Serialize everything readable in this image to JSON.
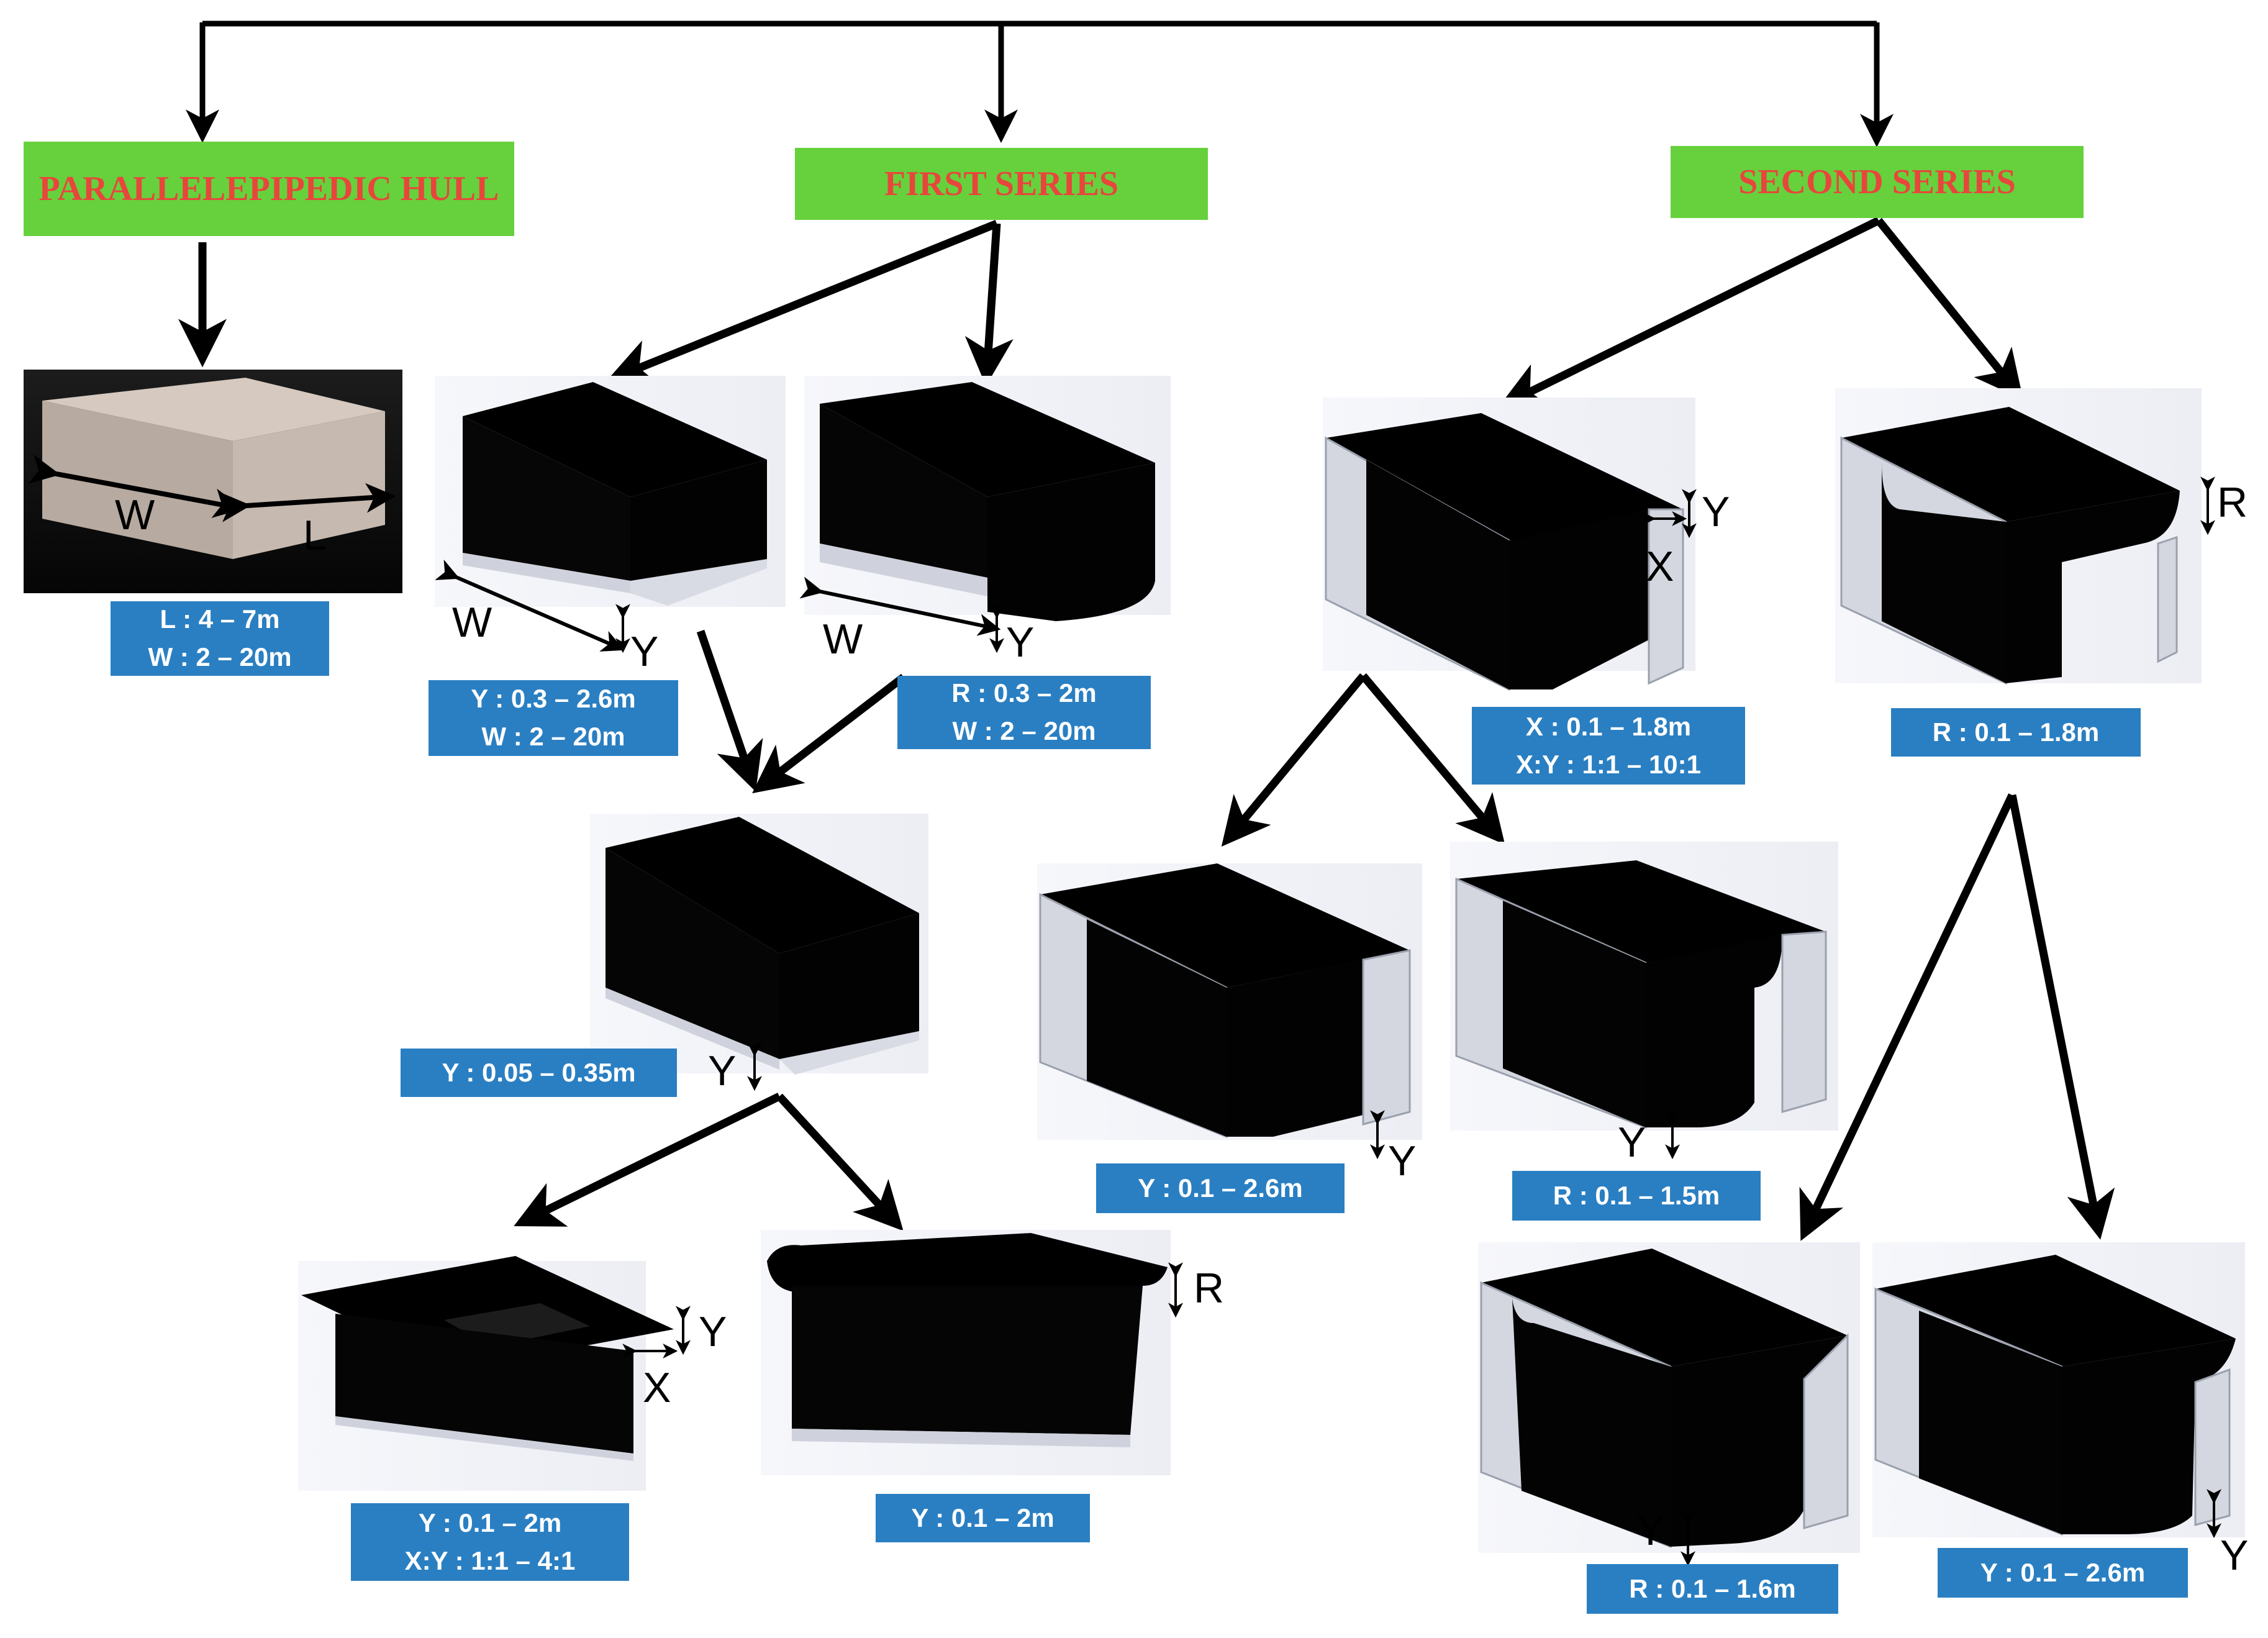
{
  "headers": {
    "parallelepipedic": "PARALLELEPIPEDIC HULL",
    "first_series": "FIRST SERIES",
    "second_series": "SECOND SERIES"
  },
  "boxes": {
    "parallelepipedic": {
      "line1": "L :  4 – 7m",
      "line2": "W : 2 – 20m"
    },
    "fs_left": {
      "line1": "Y :  0.3 – 2.6m",
      "line2": "W : 2 – 20m"
    },
    "fs_right": {
      "line1": "R :  0.3 – 2m",
      "line2": "W : 2 – 20m"
    },
    "fs_mid": {
      "line1": "Y :  0.05 – 0.35m"
    },
    "fs_bottom_left": {
      "line1": "Y : 0.1 – 2m",
      "line2": "X:Y : 1:1 – 4:1"
    },
    "fs_bottom_right": {
      "line1": "Y :  0.1 – 2m"
    },
    "ss_left": {
      "line1": "X : 0.1 – 1.8m",
      "line2": "X:Y : 1:1 – 10:1"
    },
    "ss_right": {
      "line1": "R :  0.1 – 1.8m"
    },
    "ss_mid_left": {
      "line1": "Y :  0.1 – 2.6m"
    },
    "ss_mid_right": {
      "line1": "R :  0.1 – 1.5m"
    },
    "ss_bottom_left": {
      "line1": "R :  0.1 – 1.6m"
    },
    "ss_bottom_right": {
      "line1": "Y :  0.1 – 2.6m"
    }
  },
  "labels": {
    "w": "W",
    "l": "L",
    "y": "Y",
    "x": "X",
    "r": "R"
  },
  "colors": {
    "header_bg": "#66d13c",
    "header_text": "#e8463c",
    "box_bg": "#2a7fc2",
    "box_text": "#ffffff",
    "hull": "#000000",
    "glass": "#c9ccd6",
    "photo_box": "#bfb2a8"
  }
}
